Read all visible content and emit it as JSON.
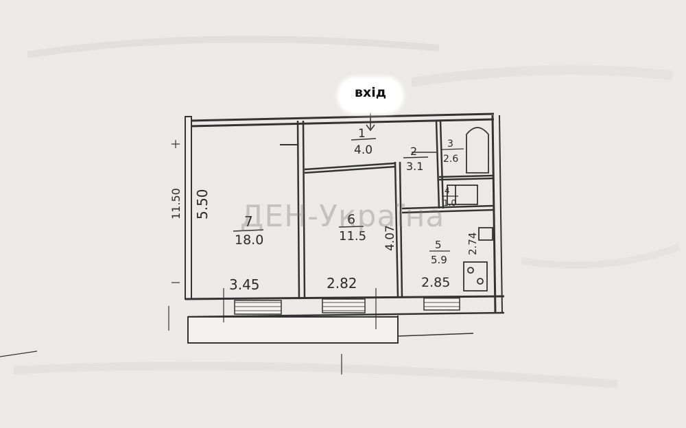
{
  "plan": {
    "entrance_label": "вхід",
    "watermark": "ДЕН-Україна",
    "rooms": [
      {
        "number": "1",
        "area": "4.0"
      },
      {
        "number": "2",
        "area": "3.1"
      },
      {
        "number": "3",
        "area": "2.6"
      },
      {
        "number": "4",
        "area": "1.0"
      },
      {
        "number": "5",
        "area": "5.9"
      },
      {
        "number": "6",
        "area": "11.5"
      },
      {
        "number": "7",
        "area": "18.0"
      }
    ],
    "dimensions": {
      "room7_width": "3.45",
      "room6_width": "2.82",
      "room5_width": "2.85",
      "room7_depth": "5.50",
      "room6_depth": "4.07",
      "room5_depth": "2.74",
      "outer_height": "11.50"
    }
  }
}
